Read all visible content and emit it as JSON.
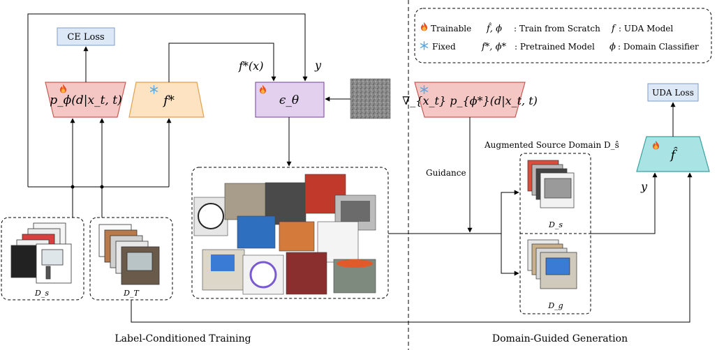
{
  "ce_loss": "CE Loss",
  "uda_loss": "UDA Loss",
  "classifier_label": "p_ϕ(d|x_t, t)",
  "fstar_label": "f*",
  "eps_label": "ϵ_θ",
  "grad_label": "∇_{x_t} p_{ϕ*}(d|x_t, t)",
  "fhat_label": "f̂",
  "cond_fx": "f*(x)",
  "cond_y": "y",
  "y_right": "y",
  "guidance": "Guidance",
  "aug_title": "Augmented Source Domain D_ŝ",
  "ds_label": "D_s",
  "dt_label": "D_T",
  "ds_inner": "D_s",
  "dg_label": "D_g",
  "bottom_left": "Label-Conditioned Training",
  "bottom_right": "Domain-Guided Generation",
  "legend": {
    "trainable": "Trainable",
    "fixed": "Fixed",
    "scratch_sym": "f̂, ϕ",
    "scratch_txt": ": Train from Scratch",
    "pre_sym": "f*, ϕ*",
    "pre_txt": ": Pretrained Model",
    "uda_sym": "f",
    "uda_txt": ": UDA Model",
    "dc_sym": "ϕ",
    "dc_txt": ": Domain Classifier"
  },
  "colors": {
    "red_box": "#f4c7c5",
    "red_stroke": "#c85a55",
    "orange_box": "#fde3c1",
    "orange_stroke": "#e0a050",
    "purple_box": "#e2d0ee",
    "purple_stroke": "#8a5aa8",
    "teal_box": "#a9e3e3",
    "teal_stroke": "#3aa0a0",
    "blue_box": "#dde8f6",
    "blue_stroke": "#7f9cc4"
  },
  "icons": {
    "trainable": "fire-icon",
    "fixed": "snowflake-icon"
  }
}
